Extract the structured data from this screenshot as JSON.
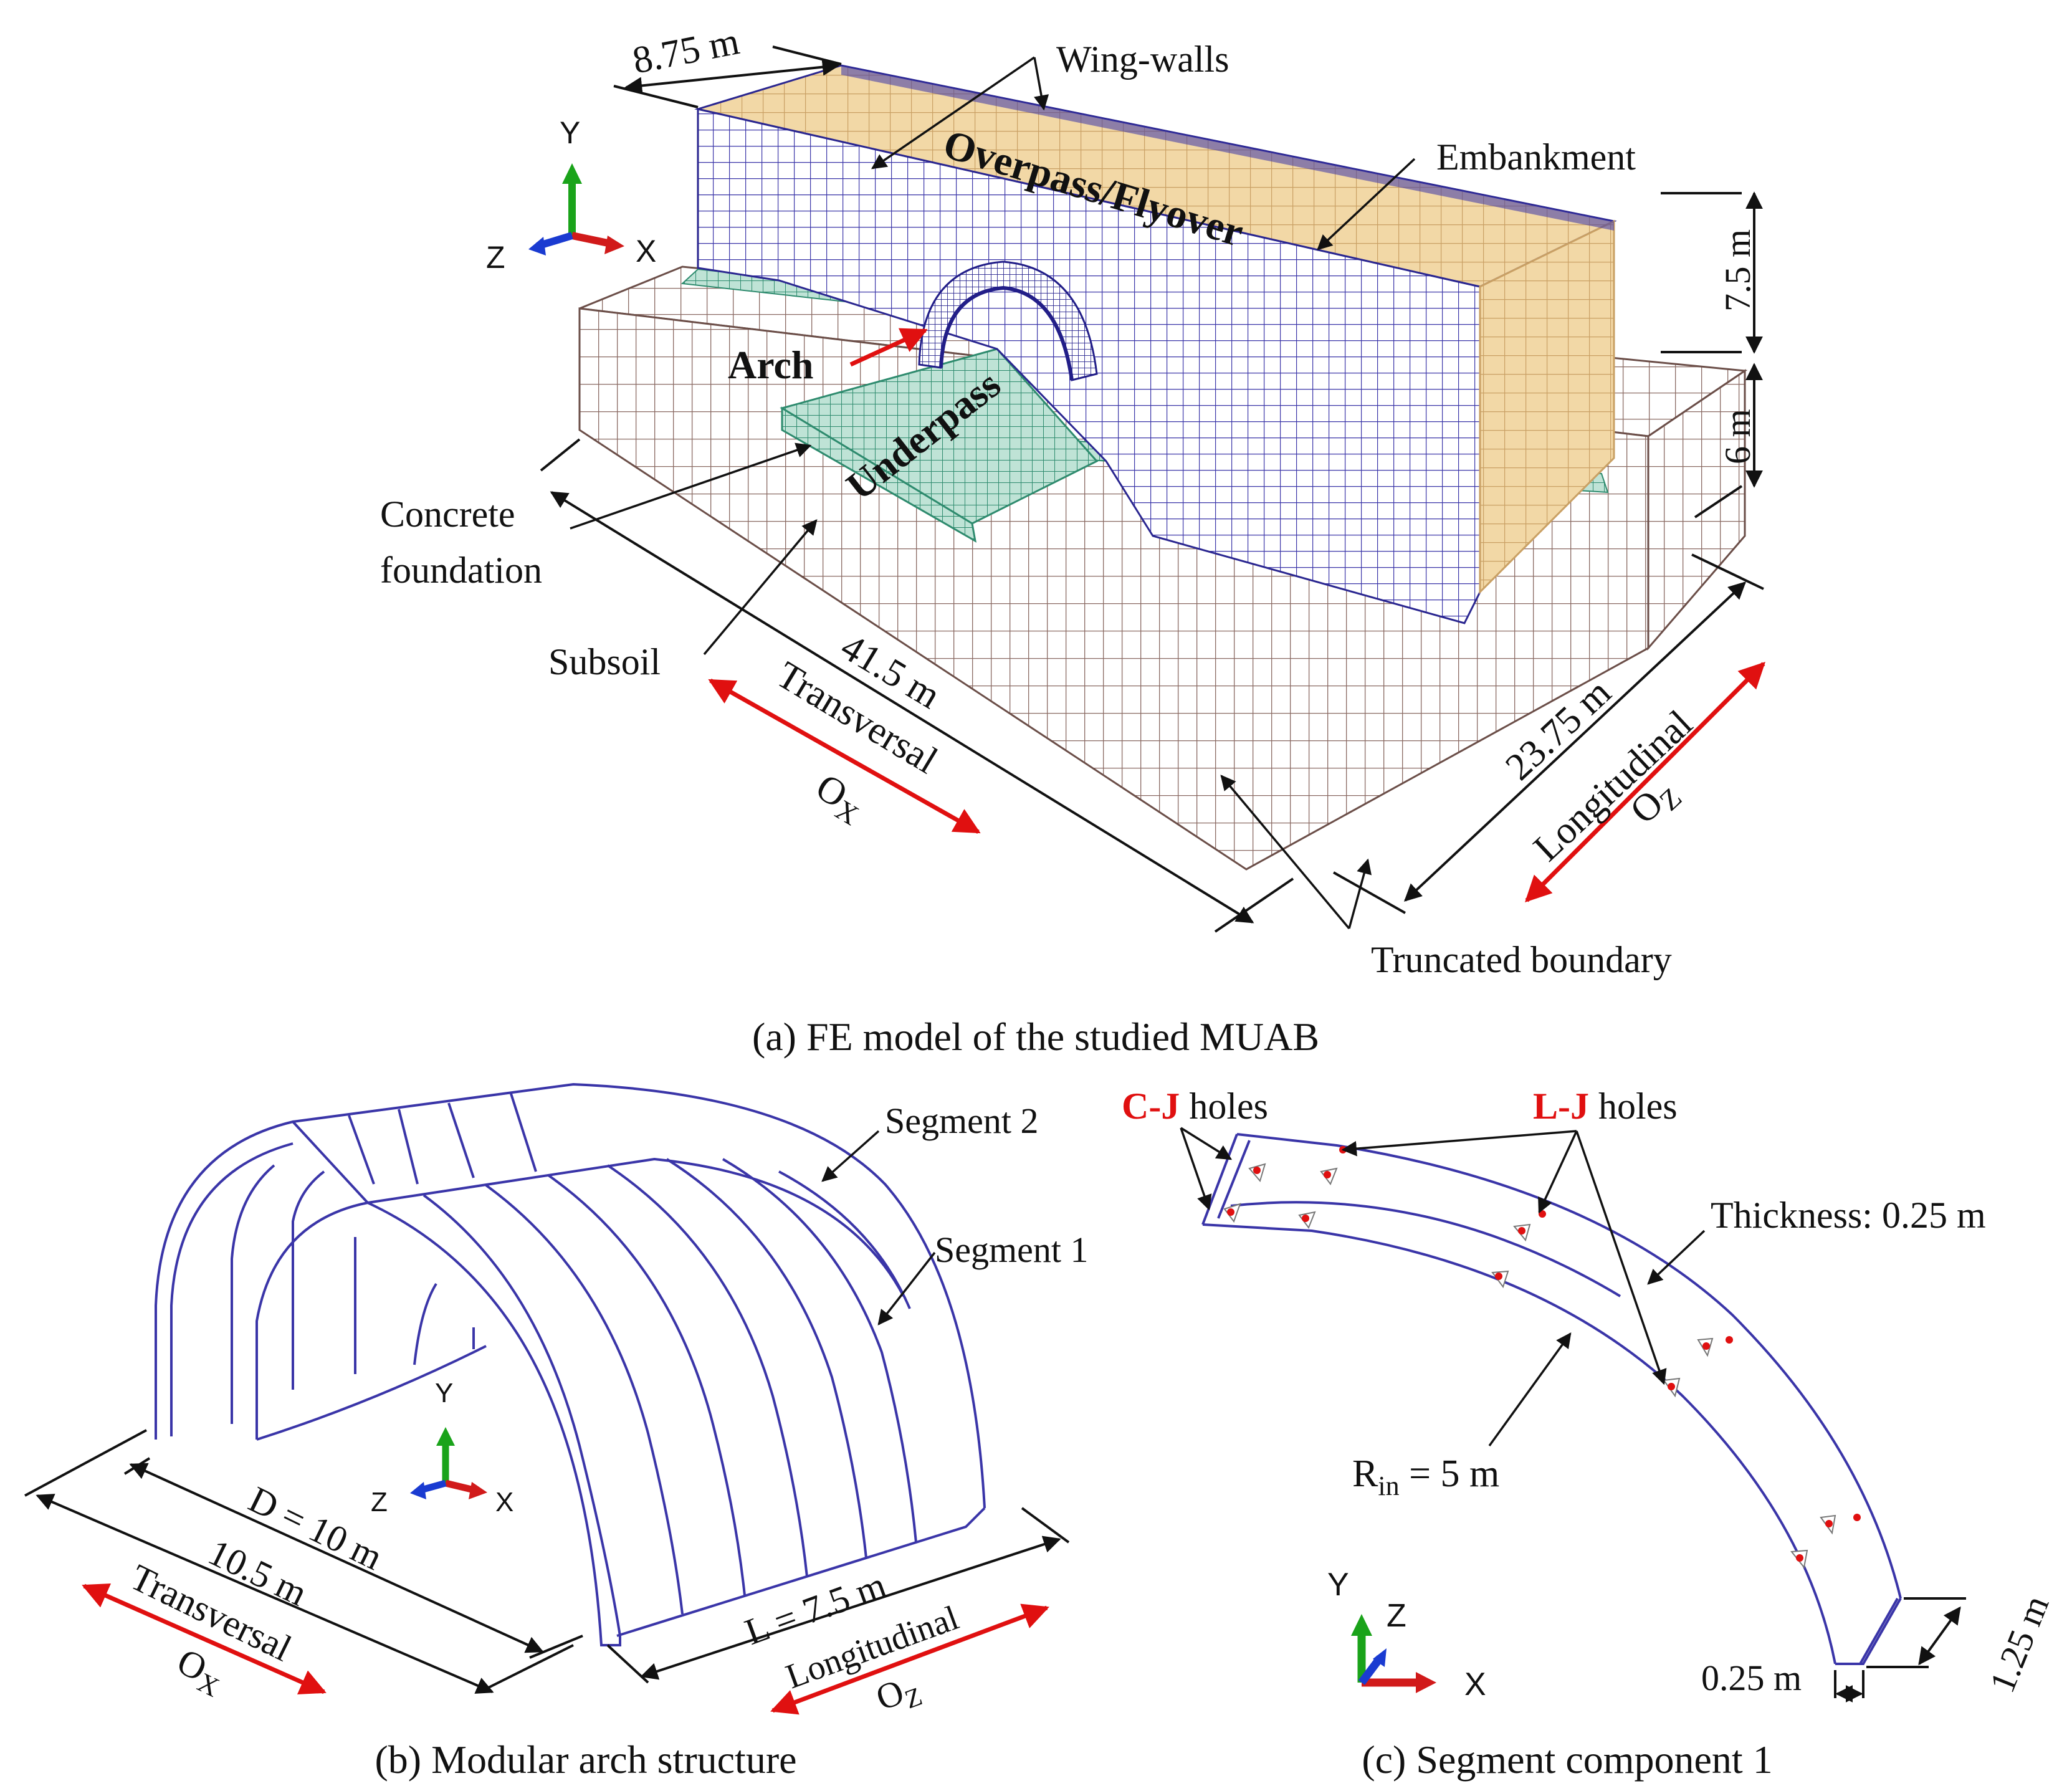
{
  "panel_a": {
    "caption": "(a) FE model of the studied MUAB",
    "labels": {
      "wing_walls": "Wing-walls",
      "embankment": "Embankment",
      "overpass": "Overpass/Flyover",
      "arch": "Arch",
      "underpass": "Underpass",
      "concrete_foundation_1": "Concrete",
      "concrete_foundation_2": "foundation",
      "subsoil": "Subsoil",
      "truncated_boundary": "Truncated boundary",
      "transversal": "Transversal",
      "longitudinal": "Longitudinal",
      "ox": "O",
      "ox_sub": "X",
      "oz": "O",
      "oz_sub": "Z"
    },
    "dimensions": {
      "width_top": "8.75 m",
      "embankment_height": "7.5 m",
      "subsoil_height": "6 m",
      "length_x": "41.5 m",
      "length_z": "23.75 m"
    },
    "axes": {
      "y": "Y",
      "z": "Z",
      "x": "X"
    }
  },
  "panel_b": {
    "caption": "(b) Modular arch structure",
    "labels": {
      "segment_2": "Segment 2",
      "segment_1": "Segment 1",
      "transversal": "Transversal",
      "longitudinal": "Longitudinal",
      "ox": "O",
      "ox_sub": "X",
      "oz": "O",
      "oz_sub": "Z"
    },
    "dimensions": {
      "diameter": "D = 10 m",
      "width": "10.5 m",
      "length": "L = 7.5 m"
    },
    "axes": {
      "y": "Y",
      "z": "Z",
      "x": "X"
    }
  },
  "panel_c": {
    "caption": "(c) Segment component 1",
    "labels": {
      "cj_red": "C-J",
      "cj_rest": " holes",
      "lj_red": "L-J",
      "lj_rest": " holes",
      "thickness": "Thickness: 0.25 m",
      "rin_main": "R",
      "rin_sub": "in",
      "rin_value": " = 5 m"
    },
    "dimensions": {
      "width": "0.25 m",
      "depth": "1.25 m"
    },
    "axes": {
      "y": "Y",
      "z": "Z",
      "x": "X"
    }
  },
  "colors": {
    "subsoil_mesh": "#8a6a63",
    "foundation_mesh": "#2e8b6e",
    "foundation_fill": "#bfe3d6",
    "wall_mesh": "#3a35a8",
    "embankment_fill": "#f2d8a6",
    "embankment_mesh": "#c9a064",
    "accent_red": "#e01010",
    "axis_x": "#d11a1a",
    "axis_y": "#1aa31a",
    "axis_z": "#1a3bd1"
  }
}
